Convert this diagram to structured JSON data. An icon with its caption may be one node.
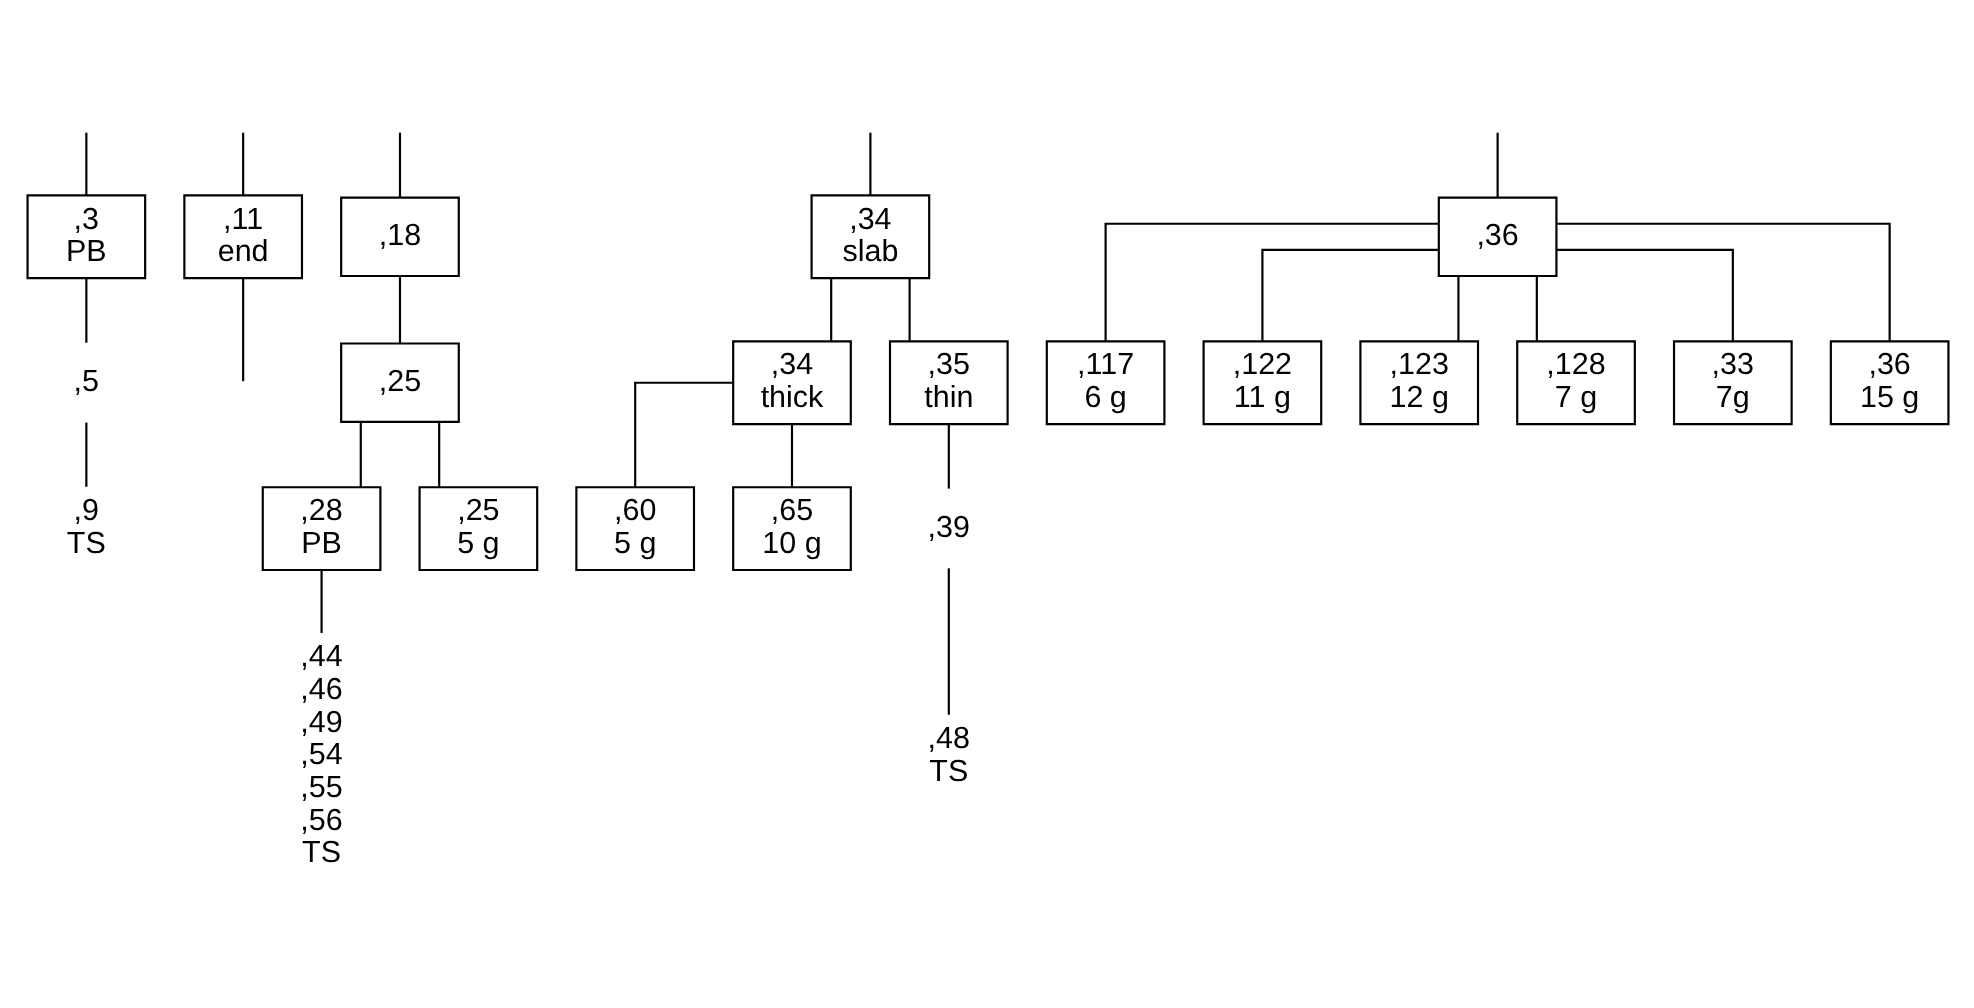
{
  "diagram": {
    "nodes": [
      {
        "text": [
          ",3",
          "PB"
        ]
      },
      {
        "text": [
          ",5"
        ]
      },
      {
        "text": [
          ",9",
          "TS"
        ]
      },
      {
        "text": [
          ",11",
          "end"
        ]
      },
      {
        "text": [
          ",18"
        ]
      },
      {
        "text": [
          ",25"
        ]
      },
      {
        "text": [
          ",28",
          "PB"
        ]
      },
      {
        "text": [
          ",25",
          "5 g"
        ]
      },
      {
        "text": [
          ",44",
          ",46",
          ",49",
          ",54",
          ",55",
          ",56",
          "TS"
        ]
      },
      {
        "text": [
          ",34",
          "slab"
        ]
      },
      {
        "text": [
          ",34",
          "thick"
        ]
      },
      {
        "text": [
          ",35",
          "thin"
        ]
      },
      {
        "text": [
          ",60",
          "5 g"
        ]
      },
      {
        "text": [
          ",65",
          "10 g"
        ]
      },
      {
        "text": [
          ",39"
        ]
      },
      {
        "text": [
          ",48",
          "TS"
        ]
      },
      {
        "text": [
          ",36"
        ]
      },
      {
        "text": [
          ",117",
          "6 g"
        ]
      },
      {
        "text": [
          ",122",
          "11 g"
        ]
      },
      {
        "text": [
          ",123",
          "12 g"
        ]
      },
      {
        "text": [
          ",128",
          "7 g"
        ]
      },
      {
        "text": [
          ",33",
          "7g"
        ]
      },
      {
        "text": [
          ",36",
          "15 g"
        ]
      }
    ],
    "edges": [
      {
        "from": null,
        "to": 0,
        "arrow": "none"
      },
      {
        "from": null,
        "to": 3,
        "arrow": "none"
      },
      {
        "from": null,
        "to": 4,
        "arrow": "none"
      },
      {
        "from": null,
        "to": 9,
        "arrow": "none"
      },
      {
        "from": null,
        "to": 16,
        "arrow": "none"
      },
      {
        "from": 0,
        "to": 1,
        "arrow": "none"
      },
      {
        "from": 1,
        "to": 2,
        "arrow": "none"
      },
      {
        "from": 3,
        "to": null,
        "arrow": "none"
      },
      {
        "from": 4,
        "to": 5,
        "arrow": "none"
      },
      {
        "from": 5,
        "to": 6,
        "arrow": "none"
      },
      {
        "from": 5,
        "to": 7,
        "arrow": "none"
      },
      {
        "from": 6,
        "to": 8,
        "arrow": "none"
      },
      {
        "from": 9,
        "to": 10,
        "arrow": "none"
      },
      {
        "from": 9,
        "to": 11,
        "arrow": "none"
      },
      {
        "from": 10,
        "to": 12,
        "arrow": "none"
      },
      {
        "from": 10,
        "to": 13,
        "arrow": "none"
      },
      {
        "from": 11,
        "to": 14,
        "arrow": "none"
      },
      {
        "from": 14,
        "to": 15,
        "arrow": "none"
      },
      {
        "from": 16,
        "to": 17,
        "arrow": "none"
      },
      {
        "from": 16,
        "to": 18,
        "arrow": "none"
      },
      {
        "from": 16,
        "to": 19,
        "arrow": "none"
      },
      {
        "from": 16,
        "to": 20,
        "arrow": "none"
      },
      {
        "from": 16,
        "to": 21,
        "arrow": "none"
      },
      {
        "from": 16,
        "to": 22,
        "arrow": "none"
      }
    ]
  }
}
